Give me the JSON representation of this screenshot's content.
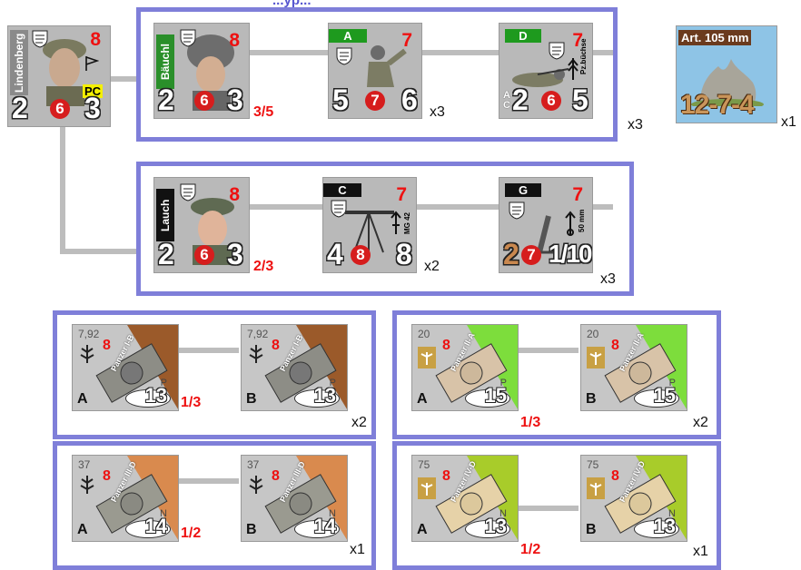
{
  "header_partial": "...yp...",
  "colors": {
    "frame": "#7f7fd9",
    "stat_red": "#e11",
    "tri_brown": "#9b5a2a",
    "tri_green": "#7ddd3c",
    "tri_orange": "#d98a4e",
    "tri_lime": "#a8cc2a"
  },
  "leader_main": {
    "name": "Lindenberg",
    "morale": "8",
    "leadership": "2",
    "command": "6",
    "range": "3",
    "badge": "PC"
  },
  "platoon1": {
    "leader": {
      "name": "Bäuchl",
      "morale": "8",
      "leadership": "2",
      "command": "6",
      "range": "3"
    },
    "ratio": "3/5",
    "squadA": {
      "letter": "A",
      "morale": "7",
      "fire": "5",
      "assault": "7",
      "defense": "6",
      "count": "x3"
    },
    "squadD": {
      "letter": "D",
      "morale": "7",
      "fire": "2",
      "assault": "6",
      "defense": "5",
      "count": "x3",
      "weapon": "Pz.büchse",
      "fire_prefix": "AC"
    }
  },
  "artillery": {
    "title": "Art. 105 mm",
    "stats": "12-7-4",
    "count": "x1"
  },
  "platoon2": {
    "leader": {
      "name": "Lauch",
      "morale": "8",
      "leadership": "2",
      "command": "6",
      "range": "3"
    },
    "ratio": "2/3",
    "squadC": {
      "letter": "C",
      "morale": "7",
      "fire": "4",
      "assault": "8",
      "defense": "8",
      "count": "x2",
      "weapon": "MG 42"
    },
    "squadG": {
      "letter": "G",
      "morale": "7",
      "fire": "2",
      "assault": "7",
      "defense": "1/10",
      "count": "x3",
      "weapon": "50 mm"
    }
  },
  "tank_groups": [
    {
      "id": "pz1b",
      "ratio": "1/3",
      "count": "x2",
      "tanks": [
        {
          "letter": "A",
          "name": "Panzer I-B",
          "gun": "7,92",
          "morale": "8",
          "move": "13",
          "move_type": "P"
        },
        {
          "letter": "B",
          "name": "Panzer I-B",
          "gun": "7,92",
          "morale": "8",
          "move": "13",
          "move_type": "P"
        }
      ]
    },
    {
      "id": "pz2a",
      "ratio": "1/3",
      "count": "x2",
      "tanks": [
        {
          "letter": "A",
          "name": "Panzer II-A",
          "gun": "20",
          "morale": "8",
          "move": "15",
          "move_type": "P"
        },
        {
          "letter": "B",
          "name": "Panzer II-A",
          "gun": "20",
          "morale": "8",
          "move": "15",
          "move_type": "P"
        }
      ]
    },
    {
      "id": "pz3d",
      "ratio": "1/2",
      "count": "x1",
      "tanks": [
        {
          "letter": "A",
          "name": "Panzer III-D",
          "gun": "37",
          "morale": "8",
          "move": "14",
          "move_type": "N"
        },
        {
          "letter": "B",
          "name": "Panzer III-D",
          "gun": "37",
          "morale": "8",
          "move": "14",
          "move_type": "N"
        }
      ]
    },
    {
      "id": "pz4d",
      "ratio": "1/2",
      "count": "x1",
      "tanks": [
        {
          "letter": "A",
          "name": "Panzer IV-D",
          "gun": "75",
          "morale": "8",
          "move": "13",
          "move_type": "N"
        },
        {
          "letter": "B",
          "name": "Panzer IV-D",
          "gun": "75",
          "morale": "8",
          "move": "13",
          "move_type": "N"
        }
      ]
    }
  ]
}
